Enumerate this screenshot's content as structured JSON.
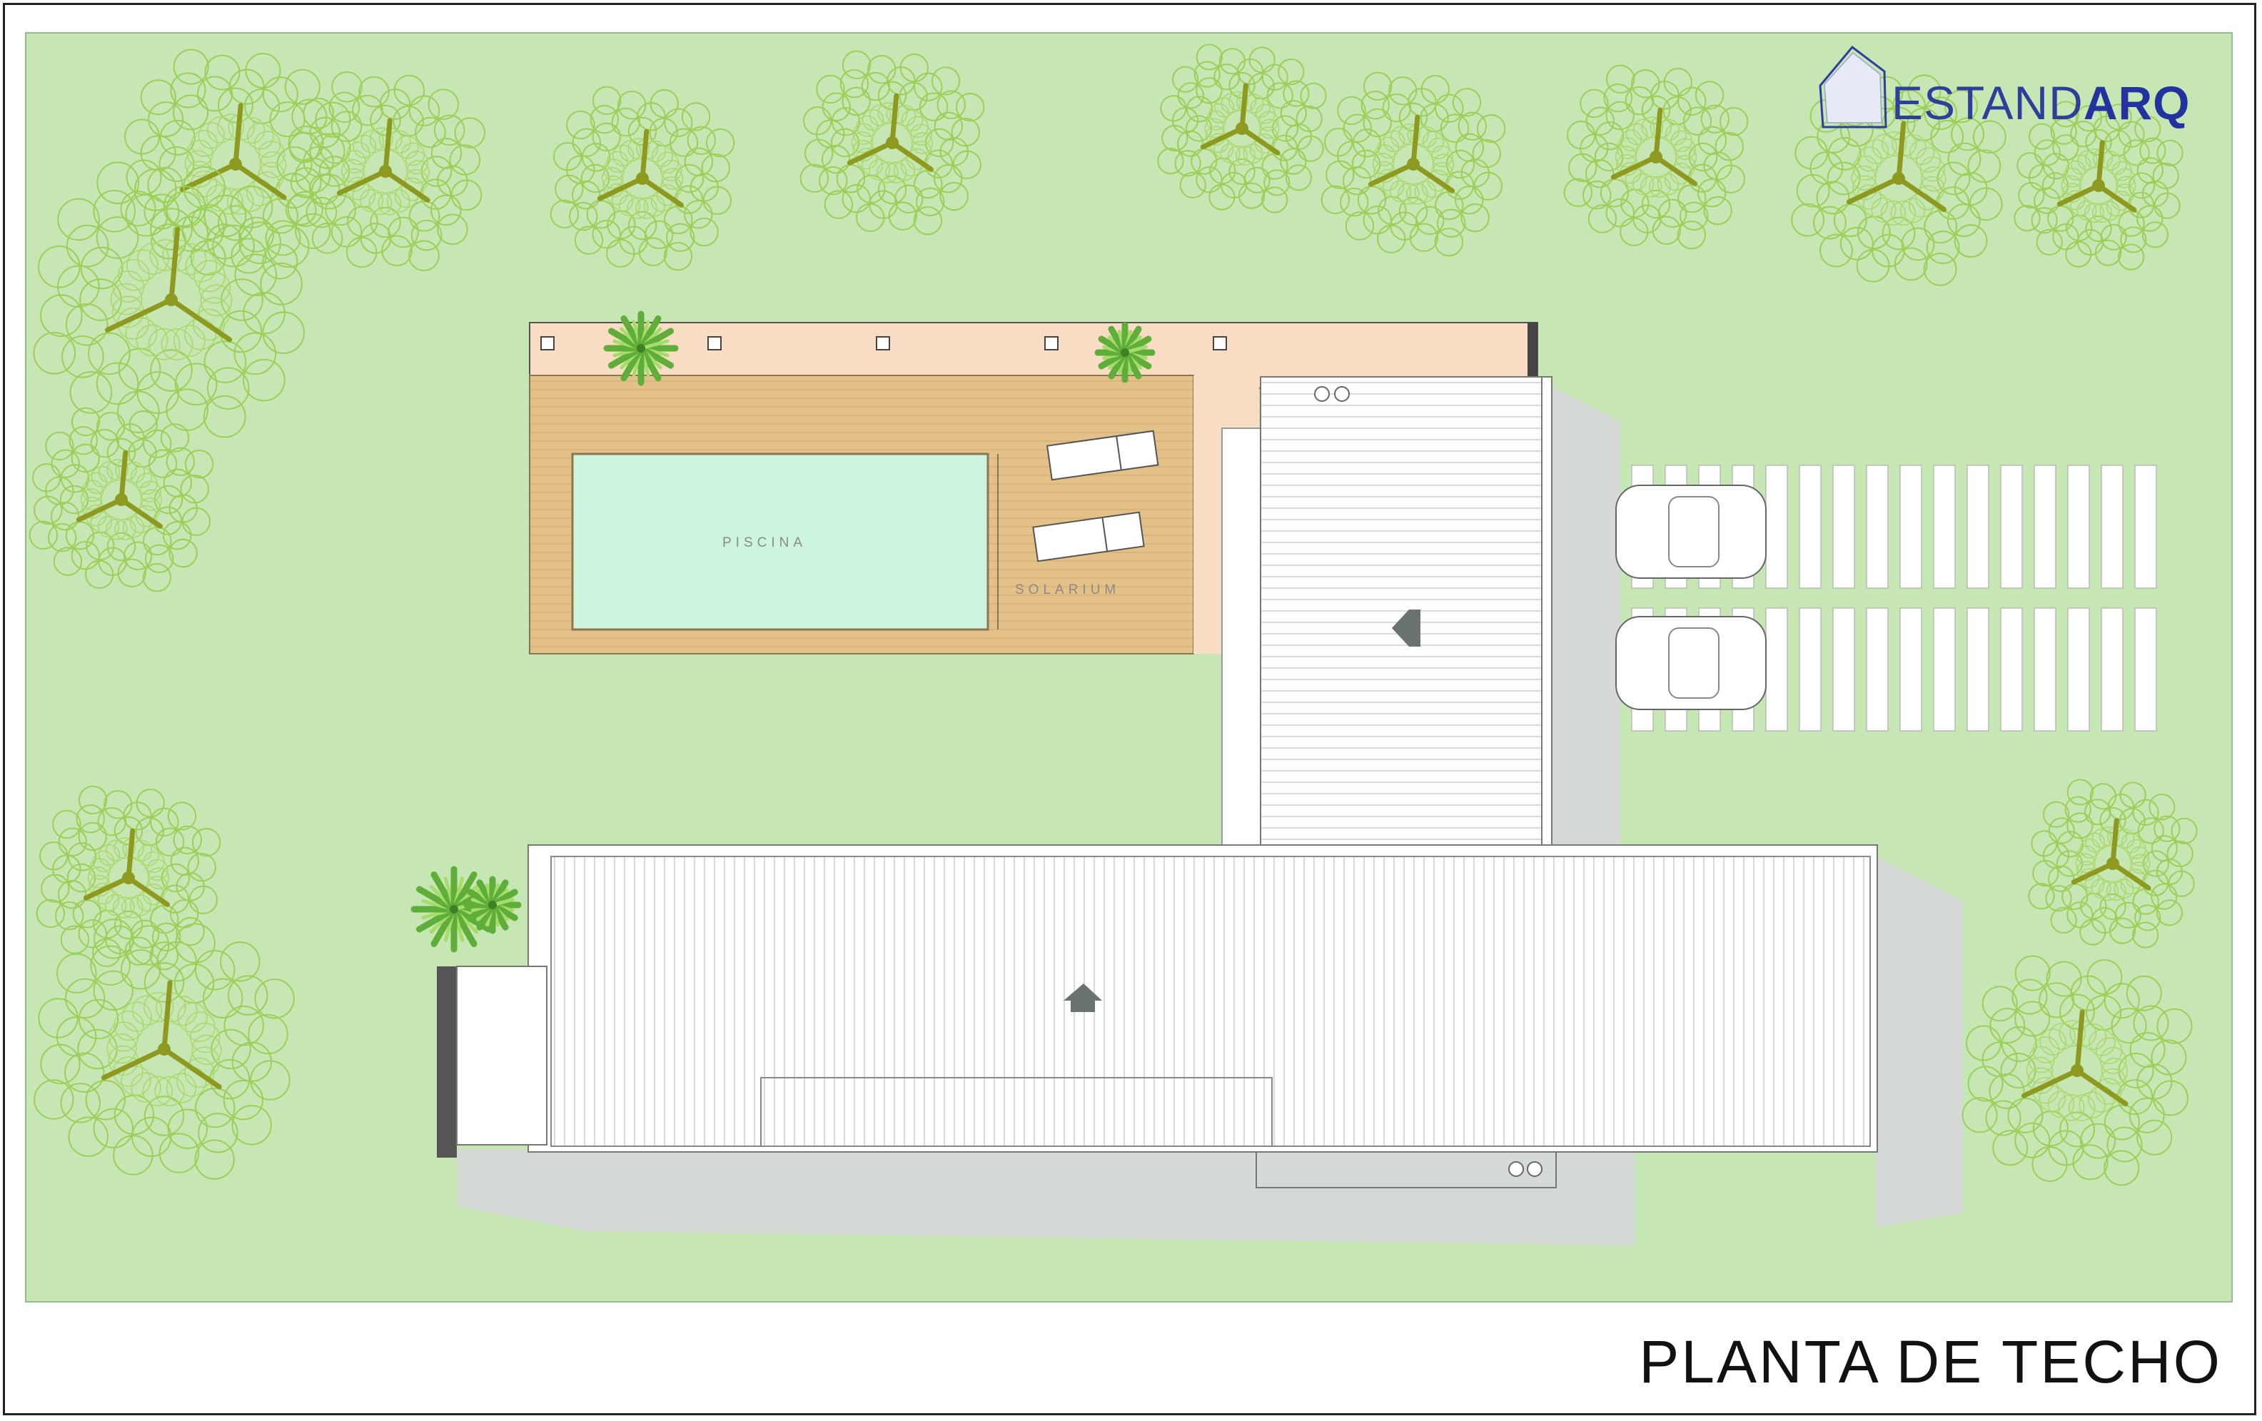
{
  "sheet": {
    "title": "PLANTA DE TECHO"
  },
  "logo": {
    "text_regular": "ESTAND",
    "text_bold": "ARQ",
    "color": "#2c3f9b"
  },
  "labels": {
    "pool": "PISCINA",
    "solarium": "SOLARIUM"
  },
  "colors": {
    "lawn": "#c6e6b4",
    "lawn_border": "#8fbf82",
    "tree_canopy": "#9bcf58",
    "tree_trunk": "#8e9a1f",
    "pool_water": "#cdf5dd",
    "deck": "#e3c188",
    "paving": "#f8dcc4",
    "roof": "#ffffff",
    "shadow": "#d6dad7",
    "arrow": "#6b7370"
  }
}
